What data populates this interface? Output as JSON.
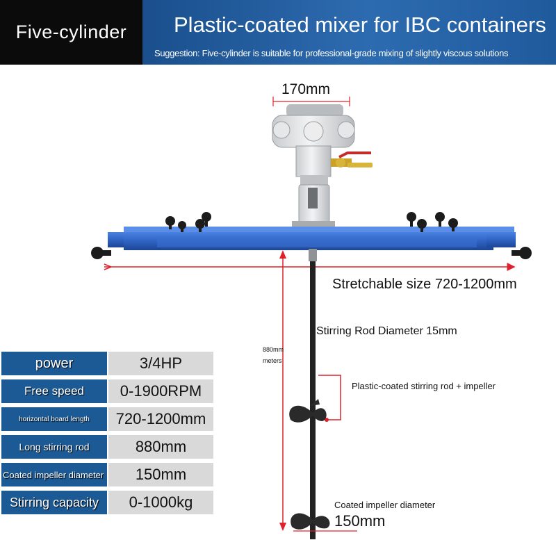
{
  "header": {
    "badge": "Five-cylinder",
    "title": "Plastic-coated mixer for IBC containers",
    "suggestion": "Suggestion: Five-cylinder is suitable for professional-grade mixing of slightly viscous solutions"
  },
  "dimensions": {
    "motor_width": "170mm",
    "stretch": "Stretchable size 720-1200mm",
    "rod_diameter": "Stirring Rod Diameter 15mm",
    "rod_length_value": "880mm",
    "rod_length_unit": "meters",
    "rod_callout": "Plastic-coated stirring rod + impeller",
    "impeller_caption": "Coated impeller diameter",
    "impeller_value": "150mm"
  },
  "specs": [
    {
      "label": "power",
      "value": "3/4HP"
    },
    {
      "label": "Free speed",
      "value": "0-1900RPM"
    },
    {
      "label": "horizontal board length",
      "value": "720-1200mm"
    },
    {
      "label": "Long stirring rod",
      "value": "880mm"
    },
    {
      "label": "Coated impeller diameter",
      "value": "150mm"
    },
    {
      "label": "Stirring capacity",
      "value": "0-1000kg"
    }
  ],
  "colors": {
    "header_blue": "#2d6bb0",
    "frame_blue": "#2f63c4",
    "spec_blue": "#1c5a96",
    "spec_gray": "#d9d9d9",
    "dimension_red": "#e0202a"
  }
}
